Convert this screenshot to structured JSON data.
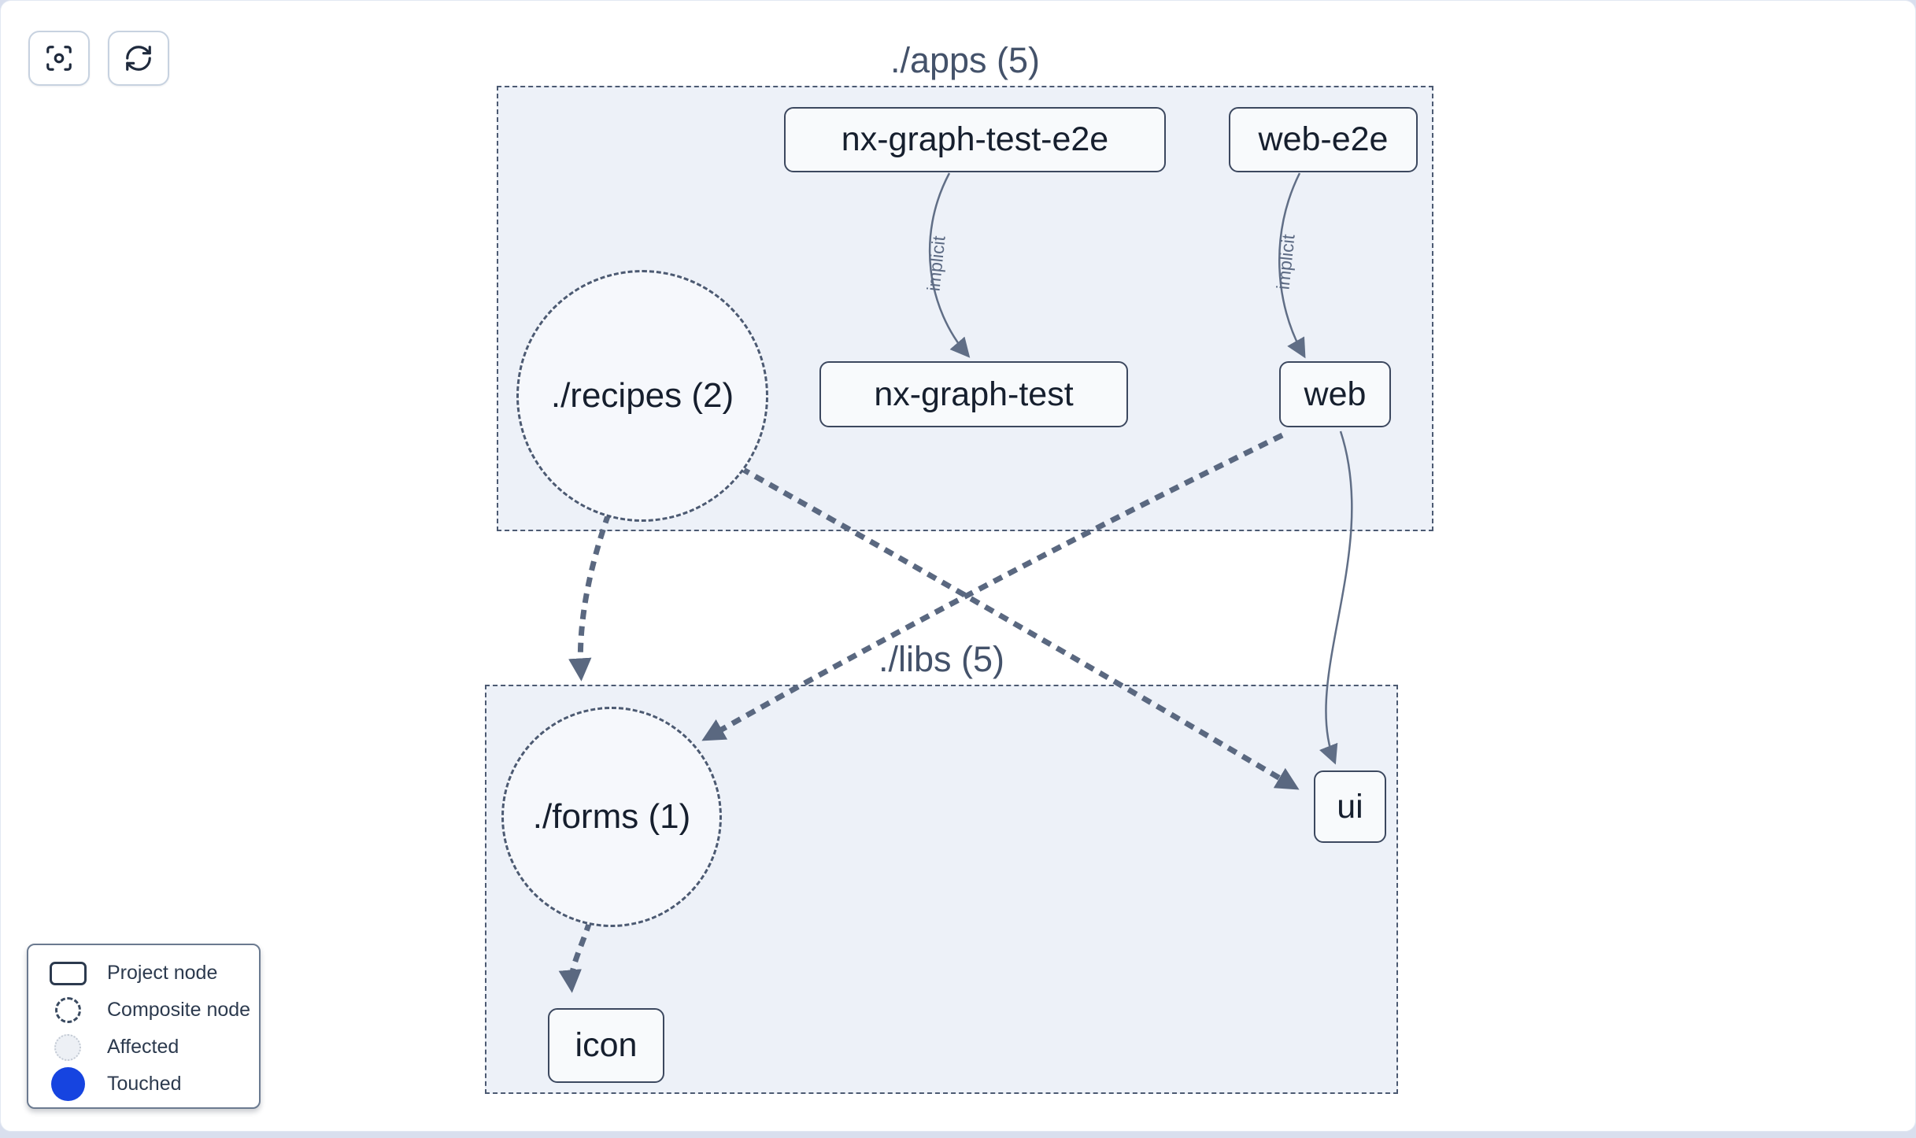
{
  "toolbar": {
    "buttons": [
      {
        "name": "focus",
        "icon": "focus-crosshair-icon"
      },
      {
        "name": "refresh",
        "icon": "refresh-cycle-icon"
      }
    ]
  },
  "groups": [
    {
      "label": "./apps (5)"
    },
    {
      "label": "./libs (5)"
    }
  ],
  "nodes": [
    {
      "label": "nx-graph-test-e2e",
      "type": "project"
    },
    {
      "label": "web-e2e",
      "type": "project"
    },
    {
      "label": "nx-graph-test",
      "type": "project"
    },
    {
      "label": "web",
      "type": "project"
    },
    {
      "label": "ui",
      "type": "project"
    },
    {
      "label": "icon",
      "type": "project"
    }
  ],
  "composite_nodes": [
    {
      "label": "./recipes (2)"
    },
    {
      "label": "./forms (1)"
    }
  ],
  "edges": [
    {
      "from": "nx-graph-test-e2e",
      "to": "nx-graph-test",
      "label": "implicit",
      "style": "solid-thin"
    },
    {
      "from": "web-e2e",
      "to": "web",
      "label": "implicit",
      "style": "solid-thin"
    },
    {
      "from": "web",
      "to": "ui",
      "label": "",
      "style": "solid-thin"
    },
    {
      "from": "./recipes (2)",
      "to": "./forms (1)",
      "label": "",
      "style": "dashed-thick"
    },
    {
      "from": "./recipes (2)",
      "to": "ui",
      "label": "",
      "style": "dashed-thick"
    },
    {
      "from": "web",
      "to": "./forms (1)",
      "label": "",
      "style": "dashed-thick"
    },
    {
      "from": "./forms (1)",
      "to": "icon",
      "label": "",
      "style": "dashed-thick"
    }
  ],
  "legend": {
    "items": [
      {
        "label": "Project node",
        "icon": "project-node-icon"
      },
      {
        "label": "Composite node",
        "icon": "composite-node-icon"
      },
      {
        "label": "Affected",
        "icon": "affected-icon"
      },
      {
        "label": "Touched",
        "icon": "touched-icon"
      }
    ]
  },
  "colors": {
    "touched_blue": "#1644e0",
    "edge_gray": "#5a6880",
    "container_fill": "#edf1f8",
    "node_fill": "#f8fafc",
    "node_border": "#3c485f",
    "canvas_background": "#ffffff",
    "page_background": "#d9dfee"
  }
}
